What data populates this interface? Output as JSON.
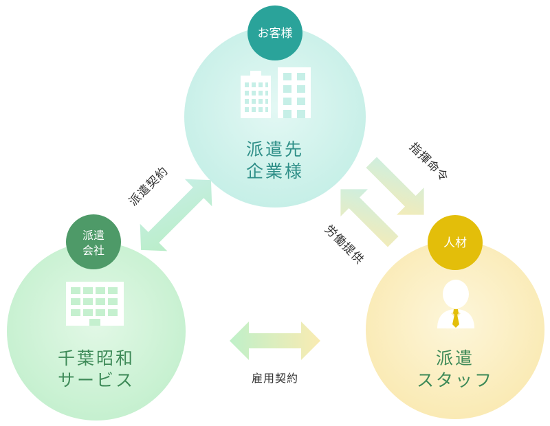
{
  "client": {
    "badge": "お客様",
    "title_line1": "派遣先",
    "title_line2": "企業様"
  },
  "agency": {
    "badge_line1": "派遣",
    "badge_line2": "会社",
    "title_line1": "千葉昭和",
    "title_line2": "サービス"
  },
  "staff": {
    "badge": "人材",
    "title_line1": "派遣",
    "title_line2": "スタッフ"
  },
  "relations": {
    "dispatch_contract": "派遣契約",
    "command": "指揮命令",
    "labor": "労働提供",
    "employment": "雇用契約"
  },
  "colors": {
    "client_badge": "#2aa39a",
    "agency_badge": "#4e9a68",
    "staff_badge": "#e3be0a",
    "client_text": "#2f8f88",
    "agency_text": "#3e8a58",
    "staff_text": "#3e8a58"
  }
}
